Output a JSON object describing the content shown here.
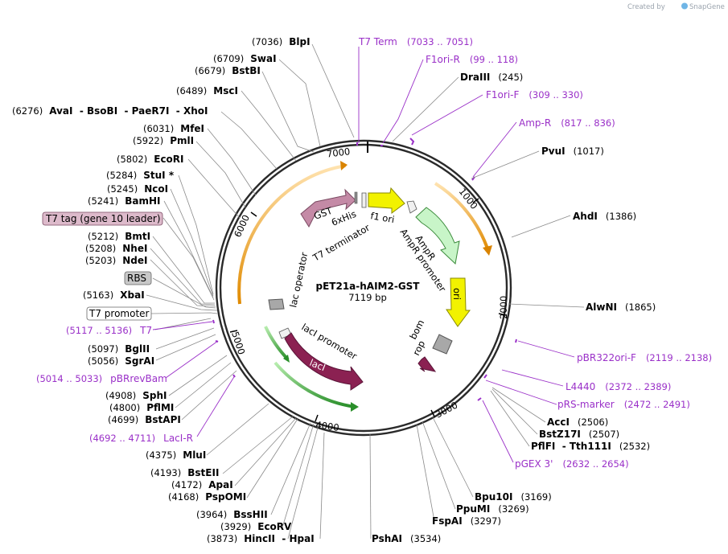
{
  "credit": {
    "created_by": "Created by",
    "brand": "SnapGene"
  },
  "plasmid": {
    "name": "pET21a-hAIM2-GST",
    "length": "7119 bp"
  },
  "ticks": [
    "1000",
    "2000",
    "3000",
    "4000",
    "5000",
    "6000",
    "7000"
  ],
  "features": {
    "gst": "GST",
    "his": "6xHis",
    "f1ori": "f1 ori",
    "t7term": "T7 terminator",
    "ampr": "AmpR",
    "amprprom": "AmpR promoter",
    "ori": "ori",
    "bom": "bom",
    "rop": "rop",
    "lacop": "lac operator",
    "laciprom": "lacI promoter",
    "laci": "lacI"
  },
  "boxed": {
    "t7tag": "T7 tag (gene 10 leader)",
    "rbs": "RBS",
    "t7prom": "T7 promoter"
  },
  "labels_left": [
    {
      "pos": "(7036)",
      "name": "BlpI"
    },
    {
      "pos": "(6709)",
      "name": "SwaI"
    },
    {
      "pos": "(6679)",
      "name": "BstBI"
    },
    {
      "pos": "(6489)",
      "name": "MscI"
    },
    {
      "pos": "(6276)",
      "name": "AvaI  - BsoBI  - PaeR7I  - XhoI"
    },
    {
      "pos": "(6031)",
      "name": "MfeI"
    },
    {
      "pos": "(5922)",
      "name": "PmlI"
    },
    {
      "pos": "(5802)",
      "name": "EcoRI"
    },
    {
      "pos": "(5284)",
      "name": "StuI *"
    },
    {
      "pos": "(5245)",
      "name": "NcoI"
    },
    {
      "pos": "(5241)",
      "name": "BamHI"
    },
    {
      "pos": "(5212)",
      "name": "BmtI"
    },
    {
      "pos": "(5208)",
      "name": "NheI"
    },
    {
      "pos": "(5203)",
      "name": "NdeI"
    },
    {
      "pos": "(5163)",
      "name": "XbaI"
    },
    {
      "pos": "(5097)",
      "name": "BglII"
    },
    {
      "pos": "(5056)",
      "name": "SgrAI"
    },
    {
      "pos": "(4908)",
      "name": "SphI"
    },
    {
      "pos": "(4800)",
      "name": "PflMI"
    },
    {
      "pos": "(4699)",
      "name": "BstAPI"
    },
    {
      "pos": "(4375)",
      "name": "MluI"
    },
    {
      "pos": "(4193)",
      "name": "BstEII"
    },
    {
      "pos": "(4172)",
      "name": "ApaI"
    },
    {
      "pos": "(4168)",
      "name": "PspOMI"
    },
    {
      "pos": "(3964)",
      "name": "BssHII"
    },
    {
      "pos": "(3929)",
      "name": "EcoRV"
    },
    {
      "pos": "(3873)",
      "name": "HincII  - HpaI"
    }
  ],
  "labels_right": [
    {
      "name": "DraIII",
      "pos": "(245)"
    },
    {
      "name": "PvuI",
      "pos": "(1017)"
    },
    {
      "name": "AhdI",
      "pos": "(1386)"
    },
    {
      "name": "AlwNI",
      "pos": "(1865)"
    },
    {
      "name": "AccI",
      "pos": "(2506)"
    },
    {
      "name": "BstZ17I",
      "pos": "(2507)"
    },
    {
      "name": "PflFI  - Tth111I",
      "pos": "(2532)"
    },
    {
      "name": "Bpu10I",
      "pos": "(3169)"
    },
    {
      "name": "PpuMI",
      "pos": "(3269)"
    },
    {
      "name": "FspAI",
      "pos": "(3297)"
    },
    {
      "name": "PshAI",
      "pos": "(3534)"
    }
  ],
  "primers": [
    {
      "name": "T7 Term",
      "pos": "(7033 .. 7051)"
    },
    {
      "name": "F1ori-R",
      "pos": "(99 .. 118)"
    },
    {
      "name": "F1ori-F",
      "pos": "(309 .. 330)"
    },
    {
      "name": "Amp-R",
      "pos": "(817 .. 836)"
    },
    {
      "name": "pBR322ori-F",
      "pos": "(2119 .. 2138)"
    },
    {
      "name": "L4440",
      "pos": "(2372 .. 2389)"
    },
    {
      "name": "pRS-marker",
      "pos": "(2472 .. 2491)"
    },
    {
      "name": "pGEX 3'",
      "pos": "(2632 .. 2654)"
    },
    {
      "name": "T7",
      "pos": "(5117 .. 5136)"
    },
    {
      "name": "pBRrevBam",
      "pos": "(5014 .. 5033)"
    },
    {
      "name": "LacI-R",
      "pos": "(4692 .. 4711)"
    }
  ],
  "colors": {
    "backbone": "#2a2a2a",
    "gst": "#c48aa6",
    "his": "#8c8c8c",
    "f1ori": "#f2f200",
    "ampr": "#c8f5c8",
    "ori": "#f2f200",
    "bom": "#a8a8a8",
    "rop": "#8b2152",
    "lacop": "#a8a8a8",
    "laciprom": "#f0f0f0",
    "laci": "#8b2152",
    "orf_orange": "#f0a020",
    "orf_green": "#2fa82f",
    "primer": "#9a30c8",
    "t7tag_box": "#ddbacb",
    "rbs_box": "#c8c8c8"
  }
}
